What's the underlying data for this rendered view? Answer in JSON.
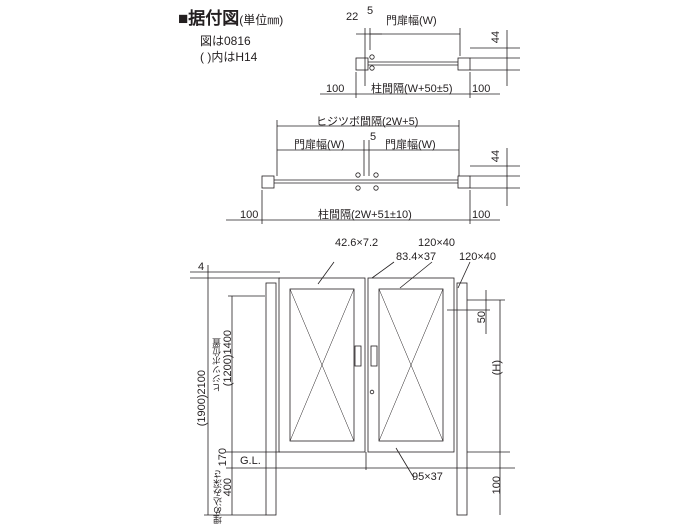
{
  "title": {
    "main": "■据付図",
    "unit": "(単位㎜)"
  },
  "notes": [
    "図は0816",
    "( )内はH14"
  ],
  "plan_single": {
    "dim_22": "22",
    "dim_5": "5",
    "door_width": "門扉幅(W)",
    "dim_44": "44",
    "dim_100_left": "100",
    "post_spacing": "柱間隔(W+50±5)",
    "dim_100_right": "100"
  },
  "plan_double": {
    "hinge_spacing": "ヒジツボ間隔(2W+5)",
    "dim_5": "5",
    "door_width_left": "門扉幅(W)",
    "door_width_right": "門扉幅(W)",
    "dim_44": "44",
    "dim_100_left": "100",
    "post_spacing": "柱間隔(2W+51±10)",
    "dim_100_right": "100"
  },
  "elevation": {
    "frame_section": "42.6×7.2",
    "post_section_a": "120×40",
    "mid_section": "83.4×37",
    "post_section_b": "120×40",
    "dim_4": "4",
    "dim_50": "50",
    "height_h": "(H)",
    "total_height": "(1900)2100",
    "hinge_position": "ヒジツボ位置",
    "hinge_height": "(1200)1400",
    "dim_170": "170",
    "gl": "G.L.",
    "embed_depth": "埋め込み深さ",
    "dim_400": "400",
    "bottom_section": "95×37",
    "dim_100": "100"
  }
}
